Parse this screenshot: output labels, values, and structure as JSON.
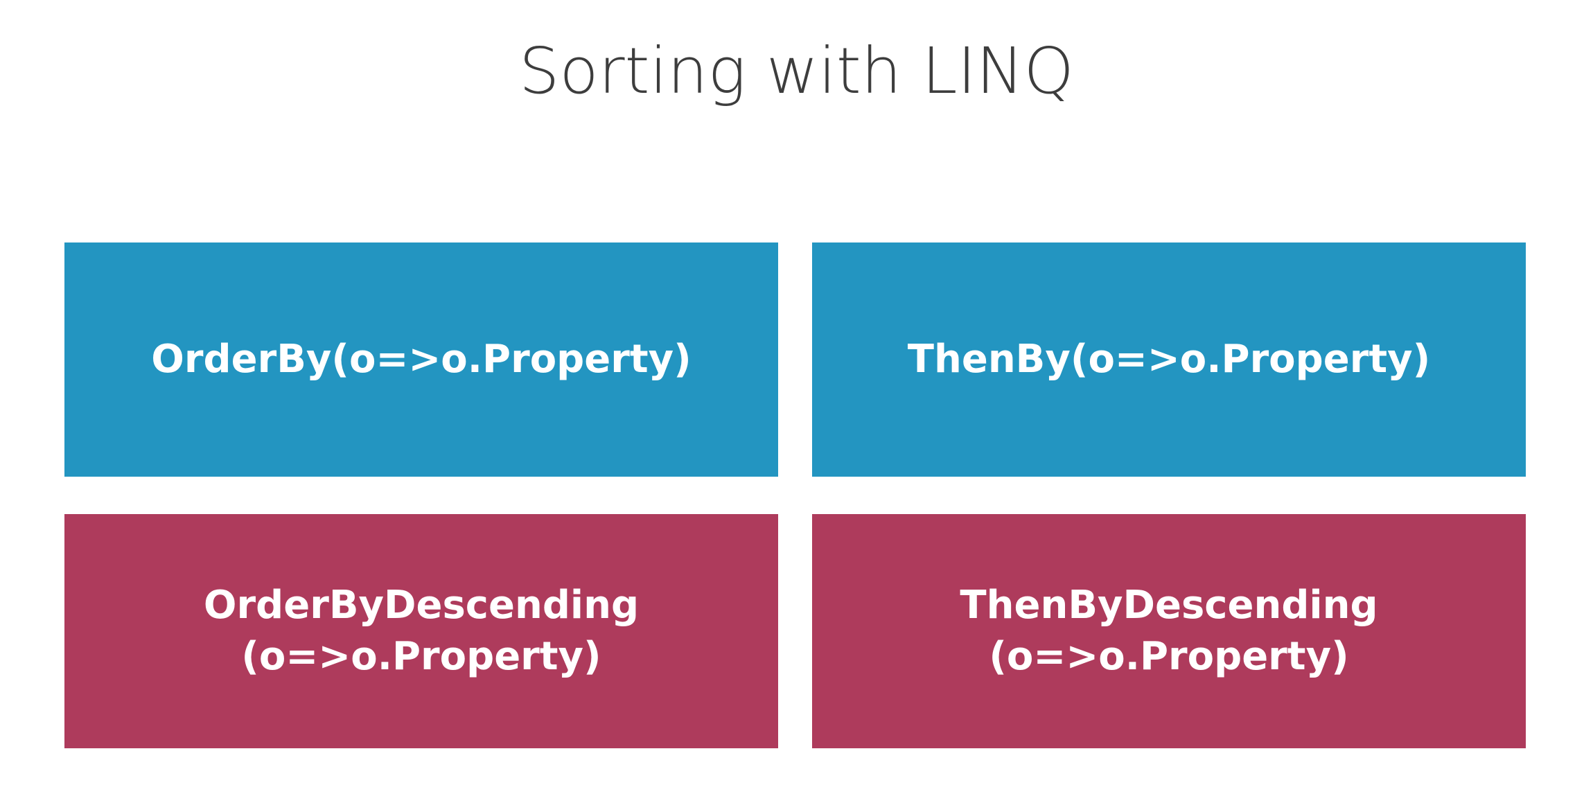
{
  "title": "Sorting with LINQ",
  "colors": {
    "ascending": "#2395c1",
    "descending": "#ae3b5c",
    "title_text": "#3d3d3d",
    "box_text": "#ffffff"
  },
  "boxes": [
    {
      "lines": [
        "OrderBy(o=>o.Property)"
      ]
    },
    {
      "lines": [
        "ThenBy(o=>o.Property)"
      ]
    },
    {
      "lines": [
        "OrderByDescending",
        "(o=>o.Property)"
      ]
    },
    {
      "lines": [
        "ThenByDescending",
        "(o=>o.Property)"
      ]
    }
  ]
}
